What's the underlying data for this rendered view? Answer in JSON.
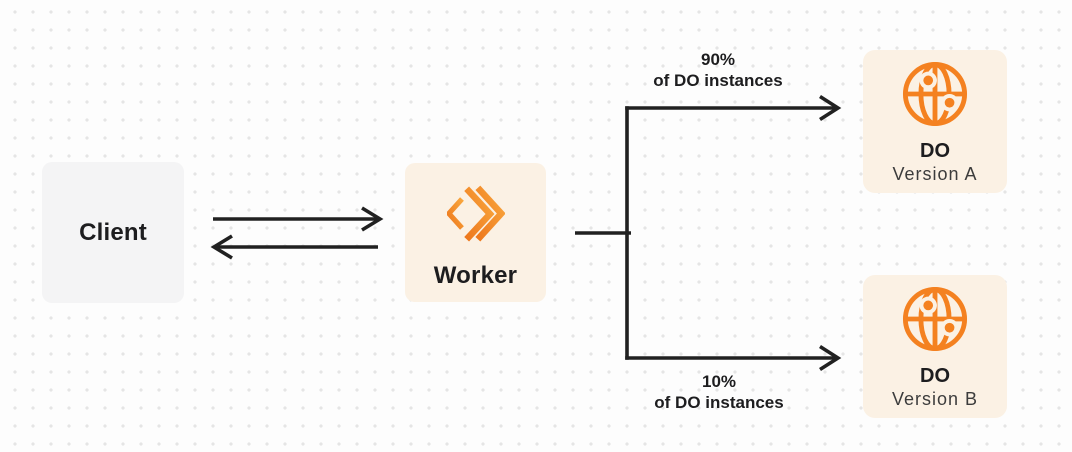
{
  "theme": {
    "accent": "#F48120",
    "cream": "#FBF1E4",
    "neutral_box": "#F4F4F5",
    "line": "#212121",
    "text": "#1D1D1F",
    "text_muted": "#3C3C3C",
    "dot": "#E5E5E5",
    "background": "#FDFDFD"
  },
  "diagram": {
    "client": {
      "label": "Client"
    },
    "worker": {
      "label": "Worker",
      "icon": "cloudflare-workers-icon"
    },
    "branches": {
      "a": {
        "percent": "90%",
        "caption": "of DO instances"
      },
      "b": {
        "percent": "10%",
        "caption": "of DO instances"
      }
    },
    "durable_objects": {
      "a": {
        "title": "DO",
        "subtitle": "Version A",
        "icon": "globe-icon"
      },
      "b": {
        "title": "DO",
        "subtitle": "Version B",
        "icon": "globe-icon"
      }
    }
  }
}
